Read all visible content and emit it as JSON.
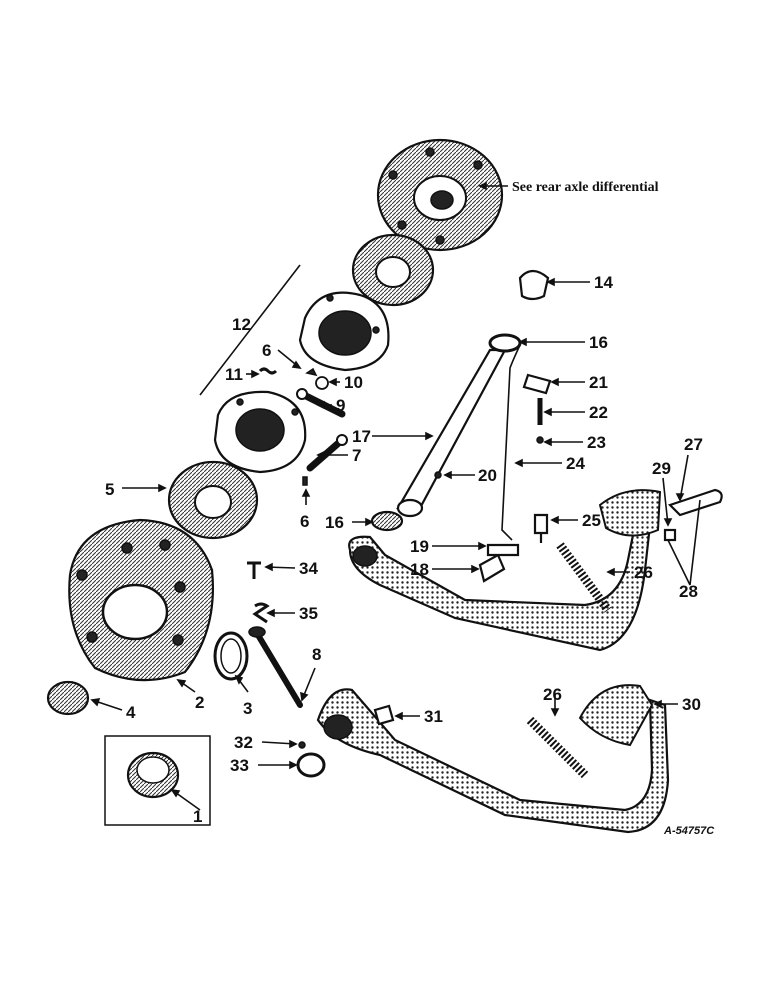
{
  "figure_id": "A-54757C",
  "note": "See rear axle differential",
  "callouts": [
    {
      "id": "c1",
      "text": "1"
    },
    {
      "id": "c2",
      "text": "2"
    },
    {
      "id": "c3",
      "text": "3"
    },
    {
      "id": "c4",
      "text": "4"
    },
    {
      "id": "c5",
      "text": "5"
    },
    {
      "id": "c6a",
      "text": "6"
    },
    {
      "id": "c6b",
      "text": "6"
    },
    {
      "id": "c7",
      "text": "7"
    },
    {
      "id": "c8",
      "text": "8"
    },
    {
      "id": "c9",
      "text": "9"
    },
    {
      "id": "c10",
      "text": "10"
    },
    {
      "id": "c11",
      "text": "11"
    },
    {
      "id": "c12",
      "text": "12"
    },
    {
      "id": "c14",
      "text": "14"
    },
    {
      "id": "c16a",
      "text": "16"
    },
    {
      "id": "c16b",
      "text": "16"
    },
    {
      "id": "c17",
      "text": "17"
    },
    {
      "id": "c18",
      "text": "18"
    },
    {
      "id": "c19",
      "text": "19"
    },
    {
      "id": "c20",
      "text": "20"
    },
    {
      "id": "c21",
      "text": "21"
    },
    {
      "id": "c22",
      "text": "22"
    },
    {
      "id": "c23",
      "text": "23"
    },
    {
      "id": "c24",
      "text": "24"
    },
    {
      "id": "c25",
      "text": "25"
    },
    {
      "id": "c26a",
      "text": "26"
    },
    {
      "id": "c26b",
      "text": "26"
    },
    {
      "id": "c27",
      "text": "27"
    },
    {
      "id": "c28",
      "text": "28"
    },
    {
      "id": "c29",
      "text": "29"
    },
    {
      "id": "c30",
      "text": "30"
    },
    {
      "id": "c31",
      "text": "31"
    },
    {
      "id": "c32",
      "text": "32"
    },
    {
      "id": "c33",
      "text": "33"
    },
    {
      "id": "c34",
      "text": "34"
    },
    {
      "id": "c35",
      "text": "35"
    }
  ]
}
